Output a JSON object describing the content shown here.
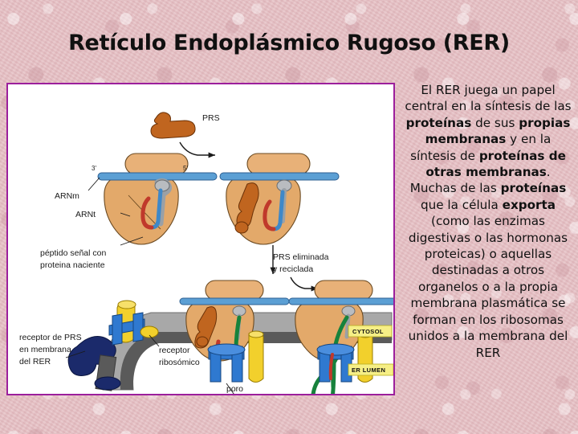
{
  "slide": {
    "title": "Retículo Endoplásmico Rugoso (RER)",
    "background_color": "#e5bfc3",
    "frame_border_color": "#9c1f9c",
    "frame_fill_color": "#ffffff"
  },
  "body_text": {
    "segments": [
      {
        "text": "El RER juega un papel central en la síntesis de las ",
        "bold": false
      },
      {
        "text": "proteínas",
        "bold": true
      },
      {
        "text": " de sus ",
        "bold": false
      },
      {
        "text": "propias membranas",
        "bold": true
      },
      {
        "text": " y en la síntesis de ",
        "bold": false
      },
      {
        "text": "proteínas de otras membranas",
        "bold": true
      },
      {
        "text": ". Muchas de las ",
        "bold": false
      },
      {
        "text": "proteínas",
        "bold": true
      },
      {
        "text": " que la célula ",
        "bold": false
      },
      {
        "text": "exporta",
        "bold": true
      },
      {
        "text": " (como las enzimas digestivas o las hormonas proteicas) o aquellas destinadas a otros organelos o a la propia membrana plasmática se forman en los ribosomas unidos a la membrana del RER",
        "bold": false
      }
    ]
  },
  "diagram": {
    "labels": {
      "prs": "PRS",
      "three_prime": "3'",
      "five_prime": "5'",
      "arnm": "ARNm",
      "arnt": "ARNt",
      "signal_peptide_line1": "péptido señal con",
      "signal_peptide_line2": "proteina naciente",
      "prs_removed_line1": "PRS eliminada",
      "prs_removed_line2": "y reciclada",
      "prs_receptor_line1": "receptor de PRS",
      "prs_receptor_line2": "en membrana",
      "prs_receptor_line3": "del RER",
      "ribosome_receptor_line1": "receptor",
      "ribosome_receptor_line2": "ribosómico",
      "pore": "poro",
      "cytosol": "CYTOSOL",
      "er_lumen": "ER LUMEN"
    },
    "colors": {
      "ribosome_large": "#e3a96a",
      "ribosome_small": "#e8b178",
      "mrna": "#5b9fd4",
      "trna": "#9aa0a6",
      "prs_particle": "#c0651f",
      "signal_peptide": "#c0392b",
      "polypeptide": "#17823c",
      "membrane": "#a8a8a8",
      "membrane_core": "#5a5a5a",
      "pore_protein": "#2f79d0",
      "receptor_yellow": "#f2d02c",
      "prs_receptor_navy": "#1b2a6b"
    }
  }
}
